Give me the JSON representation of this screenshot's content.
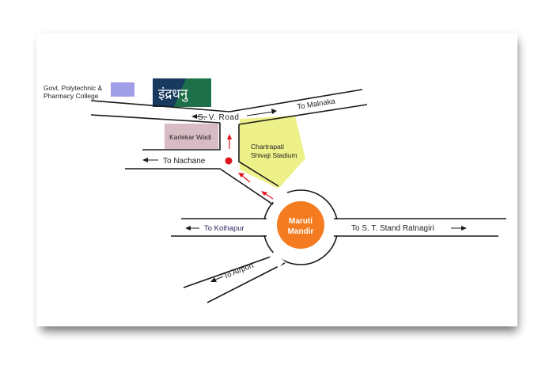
{
  "colors": {
    "road": "#1a1a1a",
    "arrow_black": "#1a1a1a",
    "arrow_red": "#e0161c",
    "roundabout": "#f47b20",
    "college": "#9f9ee6",
    "logo_bg": "#173a5e",
    "karlekar": "#d8bcc4",
    "stadium": "#eef089",
    "marker": "#e0161c",
    "label_text": "#222222",
    "kolhapur_label": "#2d2a66"
  },
  "labels": {
    "college_line1": "Govt. Polytechnic &",
    "college_line2": "Pharmacy College",
    "logo_text": "इंद्रधनु",
    "sv_road": "S. V. Road",
    "to_malnaka": "To Malnaka",
    "karlekar_wadi": "Karlekar Wadi",
    "stadium_line1": "Chartrapati",
    "stadium_line2": "Shivaji Stadium",
    "to_nachane": "To Nachane",
    "roundabout_line1": "Maruti",
    "roundabout_line2": "Mandir",
    "to_kolhapur": "To Kolhapur",
    "to_st_stand": "To S. T. Stand Ratnagiri",
    "to_airport": "To Airport"
  },
  "icons": {
    "direction_arrow": "arrow-icon",
    "location_marker": "location-marker-icon"
  }
}
